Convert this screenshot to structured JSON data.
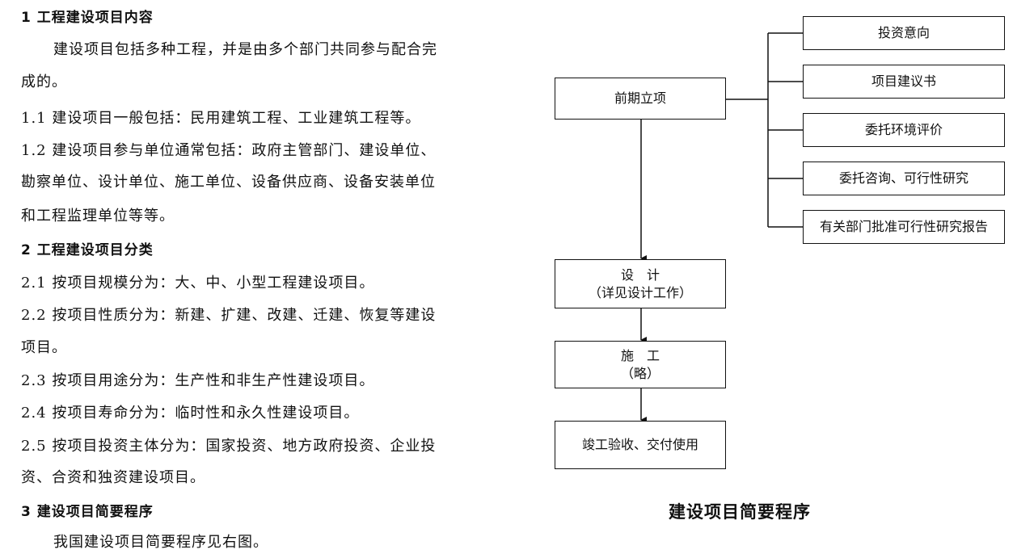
{
  "text": {
    "s1_heading": "1 工程建设项目内容",
    "s1_para_a": "建设项目包括多种工程，并是由多个部门共同参与配合完",
    "s1_para_b": "成的。",
    "s1_1": "1.1 建设项目一般包括：民用建筑工程、工业建筑工程等。",
    "s1_2_a": "1.2 建设项目参与单位通常包括：政府主管部门、建设单位、",
    "s1_2_b": "勘察单位、设计单位、施工单位、设备供应商、设备安装单位",
    "s1_2_c": "和工程监理单位等等。",
    "s2_heading": "2 工程建设项目分类",
    "s2_1": "2.1 按项目规模分为：大、中、小型工程建设项目。",
    "s2_2_a": "2.2 按项目性质分为：新建、扩建、改建、迁建、恢复等建设",
    "s2_2_b": "项目。",
    "s2_3": "2.3 按项目用途分为：生产性和非生产性建设项目。",
    "s2_4": "2.4 按项目寿命分为：临时性和永久性建设项目。",
    "s2_5_a": "2.5 按项目投资主体分为：国家投资、地方政府投资、企业投",
    "s2_5_b": "资、合资和独资建设项目。",
    "s3_heading": "3 建设项目简要程序",
    "s3_para": "我国建设项目简要程序见右图。"
  },
  "flowchart": {
    "caption": "建设项目简要程序",
    "main": {
      "initiation": "前期立项",
      "design_line1": "设　计",
      "design_line2": "（详见设计工作）",
      "construction_line1": "施　工",
      "construction_line2": "（略）",
      "completion": "竣工验收、交付使用"
    },
    "branches": [
      "投资意向",
      "项目建议书",
      "委托环境评价",
      "委托咨询、可行性研究",
      "有关部门批准可行性研究报告"
    ]
  },
  "colors": {
    "ink": "#111111",
    "background": "#ffffff"
  }
}
